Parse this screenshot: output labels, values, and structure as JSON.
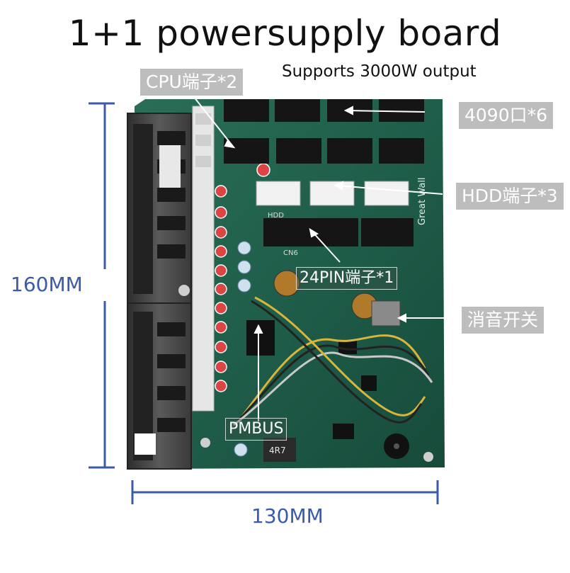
{
  "title": "1+1 powersupply board",
  "subtitle": "Supports 3000W output",
  "callouts": {
    "cpu": "CPU端子*2",
    "gpu": "4090口*6",
    "hdd": "HDD端子*3",
    "pin24": "24PIN端子*1",
    "mute": "消音开关",
    "pmbus": "PMBUS"
  },
  "dimensions": {
    "height": "160MM",
    "width": "130MM"
  },
  "board_print": {
    "brand": "Great Wall",
    "hdd": "HDD",
    "inductor": "4R7",
    "cn6": "CN6"
  },
  "colors": {
    "board": "#1f5e4a",
    "dimension": "#3a5ba8",
    "callout_bg": "#bdbdbd",
    "psu_metal": "#4a4a4a"
  }
}
